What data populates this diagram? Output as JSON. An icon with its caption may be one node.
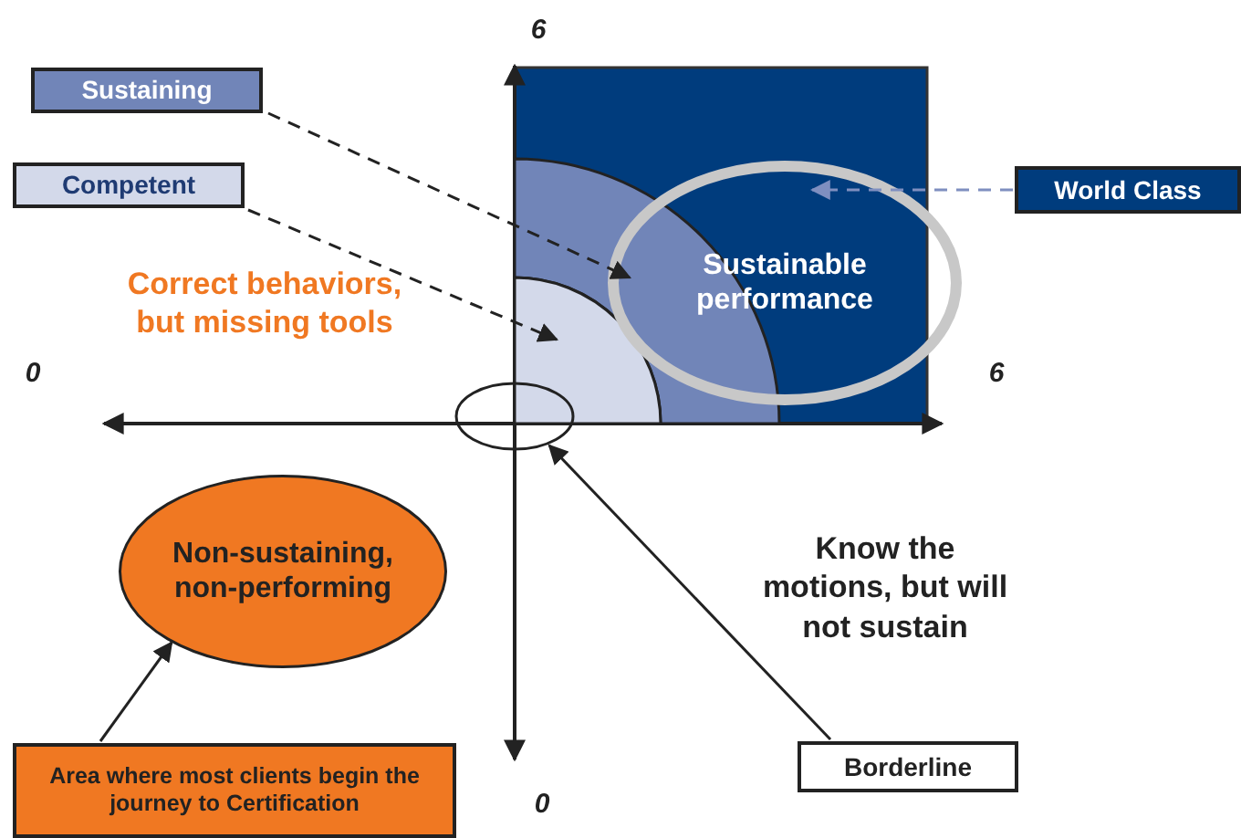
{
  "diagram": {
    "nodes": [
      {
        "text": [
          "Sustaining"
        ]
      },
      {
        "text": [
          "Competent"
        ]
      },
      {
        "text": [
          "World Class"
        ]
      },
      {
        "text": [
          "Sustainable performance"
        ]
      },
      {
        "text": [],
        "shape": "band"
      },
      {
        "text": [],
        "shape": "sector"
      },
      {
        "text": [],
        "shape": "ellipse"
      },
      {
        "text": [
          "Non-sustaining, non-performing"
        ]
      },
      {
        "text": [
          "Area where most clients begin the journey to Certification"
        ]
      },
      {
        "text": [
          "Borderline"
        ]
      }
    ],
    "edges": [
      {
        "from": 0,
        "to": 4,
        "arrow": "to",
        "style": "dashed"
      },
      {
        "from": 1,
        "to": 5,
        "arrow": "to",
        "style": "dashed"
      },
      {
        "from": 2,
        "to": 3,
        "arrow": "to",
        "style": "dashed",
        "color": "#7f8fc0"
      },
      {
        "from": 9,
        "to": 6,
        "arrow": "to"
      },
      {
        "from": 8,
        "to": 7,
        "arrow": "to"
      }
    ],
    "labels": [
      "6",
      "Correct behaviors, but missing tools",
      "0",
      "6",
      "Know the motions, but will not sustain",
      "0"
    ]
  }
}
